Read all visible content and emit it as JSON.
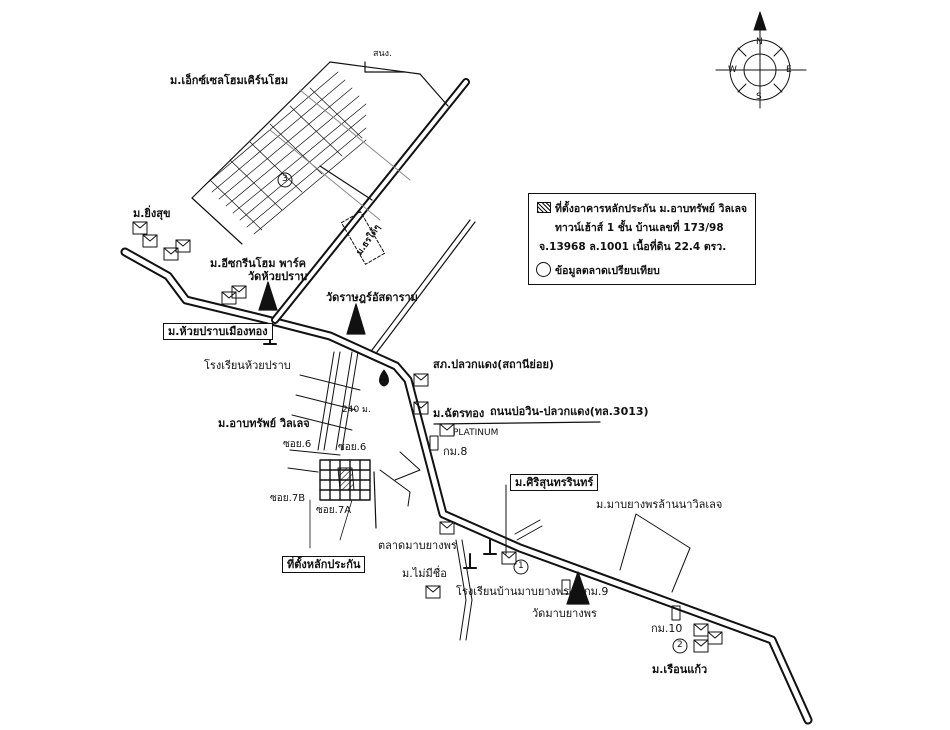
{
  "labels": {
    "exec_home": "ม.เอ็กซ์เซลโฮมเคิร์นโฮม",
    "sewer": "สนง.",
    "road_sign": "ม.ธรใด้ๆ",
    "chaingam": "ม.ยิ่งสุข",
    "ecogreen": "ม.อีซกรีนโฮม พาร์ค",
    "wat_huay_prab": "วัดห้วยปราบ",
    "wat_rat": "วัดราษฎร์อัสดาราม",
    "huay_prab_muang": "ม.ห้วยปราบเมืองทอง",
    "school_huay": "โรงเรียนห้วยปราบ",
    "post": "สภ.ปลวกแดง(สถานีย่อย)",
    "chatrathong": "ม.ฉัตรทอง",
    "road_name": "ถนนบ่อวิน-ปลวกแดง(ทล.3013)",
    "platinum": "PLATINUM",
    "km8": "กม.8",
    "arbsup": "ม.อาบทรัพย์ วิลเลจ",
    "dist": "240 ม.",
    "soi6a": "ซอย.6",
    "soi6b": "ซอย.6",
    "soi7b": "ซอย.7B",
    "soi7a": "ซอย.7A",
    "collateral": "ที่ตั้งหลักประกัน",
    "sirisunthorn": "ม.ศิริสุนทรรินทร์",
    "mabyang_village": "ม.มาบยางพรล้านนาวิลเลจ",
    "market": "ตลาดมาบยางพร",
    "no_name": "ม.ไม่มีชื่อ",
    "school_mabyang": "โรงเรียนบ้านมาบยางพร",
    "km9": "กม.9",
    "wat_mabyang": "วัดมาบยางพร",
    "km10": "กม.10",
    "ruenkaew": "ม.เรือนแก้ว",
    "n1": "1",
    "n2": "2",
    "n3": "3"
  },
  "legend": {
    "line1": "ที่ตั้งอาคารหลักประกัน ม.อาบทรัพย์ วิลเลจ",
    "line2": "ทาวน์เฮ้าส์ 1 ชั้น บ้านเลขที่ 173/98",
    "line3": "จ.13968 ล.1001 เนื้อที่ดิน 22.4 ตรว.",
    "line4": "ข้อมูลตลาดเปรียบเทียบ"
  },
  "compass": {
    "n": "N",
    "s": "S",
    "e": "E",
    "w": "W"
  }
}
